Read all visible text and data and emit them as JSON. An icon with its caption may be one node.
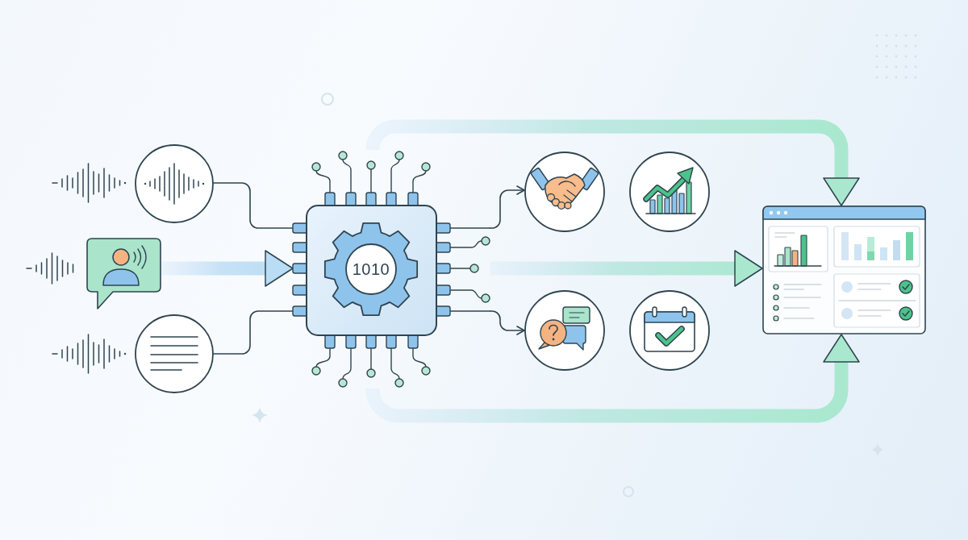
{
  "diagram": {
    "nodes": [
      {
        "text": [],
        "shape": "circle"
      },
      {
        "text": [],
        "shape": "picture"
      },
      {
        "text": [],
        "shape": "circle"
      },
      {
        "text": [
          "1010"
        ]
      },
      {
        "text": [],
        "shape": "circle"
      },
      {
        "text": [],
        "shape": "circle"
      },
      {
        "text": [],
        "shape": "circle"
      },
      {
        "text": [],
        "shape": "circle"
      },
      {
        "text": [],
        "shape": "picture"
      }
    ],
    "edges": [
      {
        "from": 0,
        "to": 3,
        "arrow": "none"
      },
      {
        "from": 1,
        "to": 3,
        "arrow": "to",
        "style": "thick",
        "color": "#b9ddf4"
      },
      {
        "from": 2,
        "to": 3,
        "arrow": "none"
      },
      {
        "from": 3,
        "to": 4,
        "arrow": "to"
      },
      {
        "from": 3,
        "to": 6,
        "arrow": "to"
      },
      {
        "from": 3,
        "to": 8,
        "arrow": "to",
        "style": "thick",
        "color": "#a9e8cf"
      },
      {
        "from": 3,
        "to": 8,
        "arrow": "to",
        "style": "thick",
        "color": "#a9e8cf"
      },
      {
        "from": 3,
        "to": 8,
        "arrow": "to",
        "style": "thick",
        "color": "#a9e8cf"
      }
    ]
  }
}
